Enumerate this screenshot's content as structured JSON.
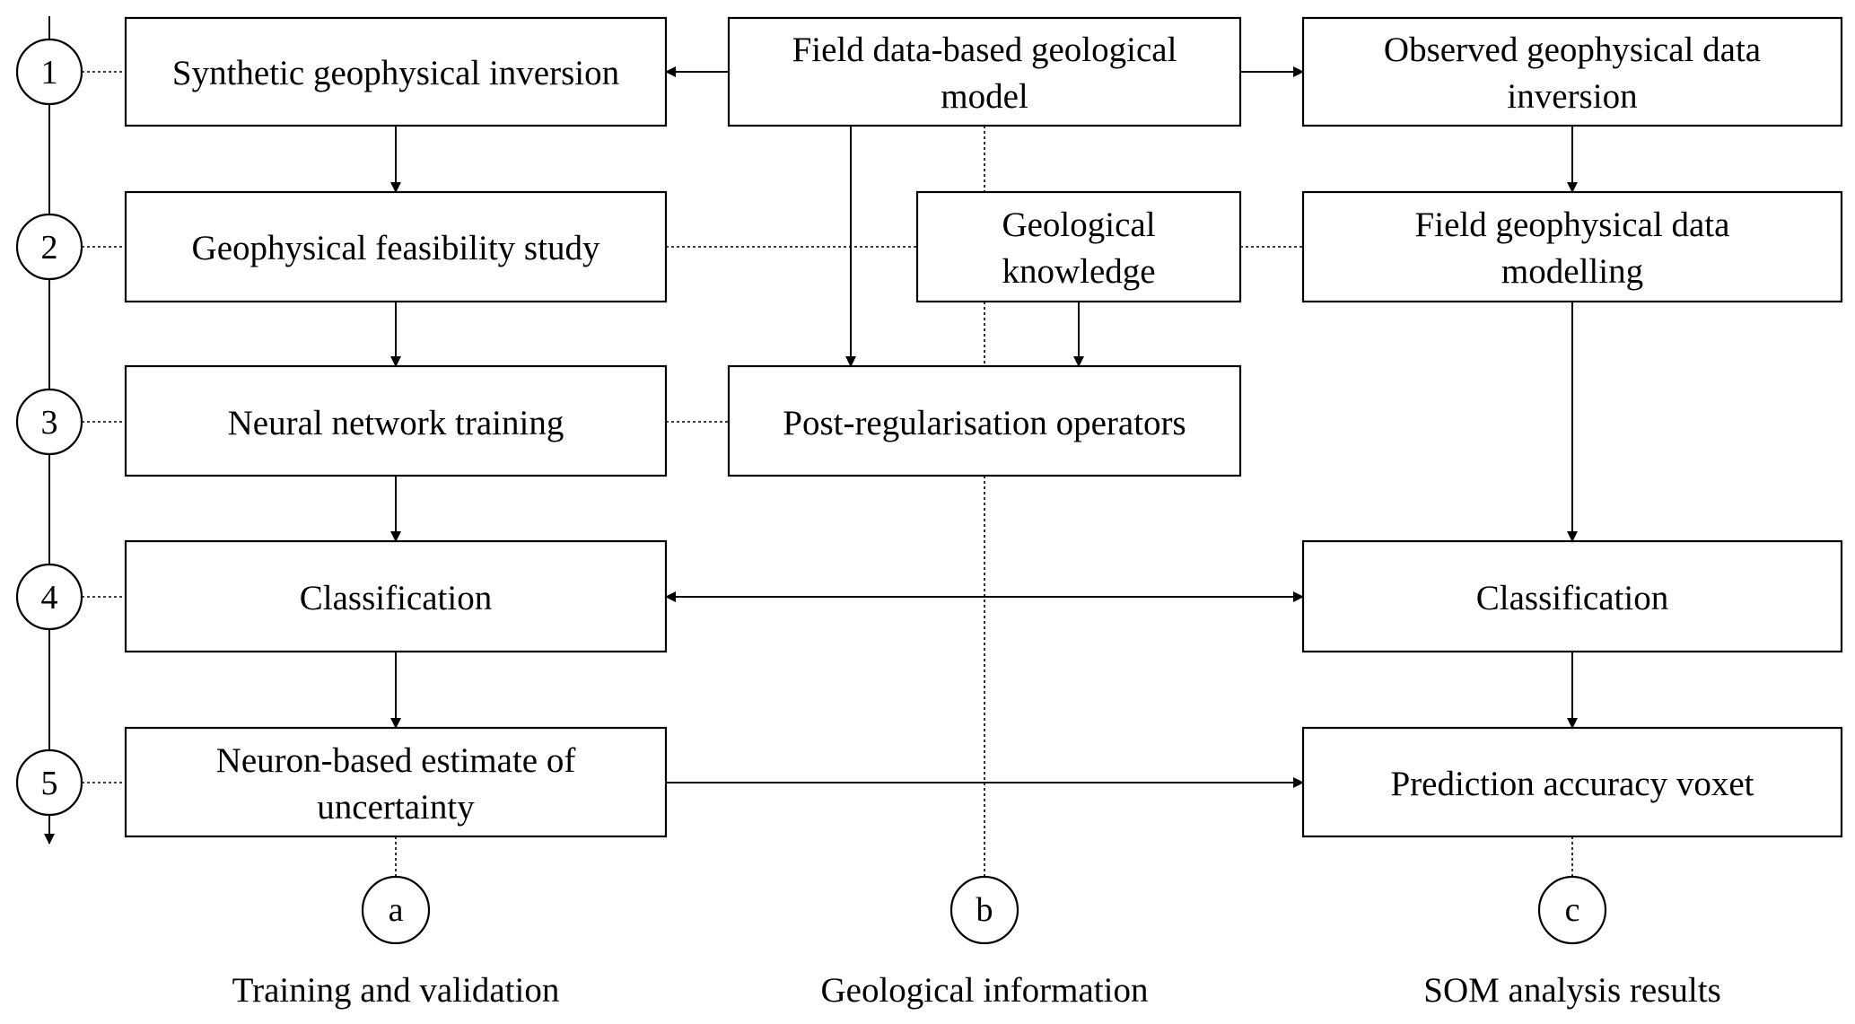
{
  "steps": [
    "1",
    "2",
    "3",
    "4",
    "5"
  ],
  "columns": [
    {
      "tag": "a",
      "caption": "Training and validation"
    },
    {
      "tag": "b",
      "caption": "Geological information"
    },
    {
      "tag": "c",
      "caption": "SOM analysis results"
    }
  ],
  "boxes": {
    "synthetic_inversion": [
      "Synthetic geophysical inversion"
    ],
    "field_geological_model": [
      "Field data-based geological",
      "model"
    ],
    "observed_inversion": [
      "Observed geophysical data",
      "inversion"
    ],
    "feasibility_study": [
      "Geophysical feasibility study"
    ],
    "geological_knowledge": [
      "Geological",
      "knowledge"
    ],
    "field_modelling": [
      "Field geophysical data",
      "modelling"
    ],
    "nn_training": [
      "Neural network training"
    ],
    "post_regularisation": [
      "Post-regularisation operators"
    ],
    "classification_a": [
      "Classification"
    ],
    "classification_c": [
      "Classification"
    ],
    "neuron_uncertainty": [
      "Neuron-based estimate of",
      "uncertainty"
    ],
    "prediction_voxet": [
      "Prediction accuracy voxet"
    ]
  }
}
